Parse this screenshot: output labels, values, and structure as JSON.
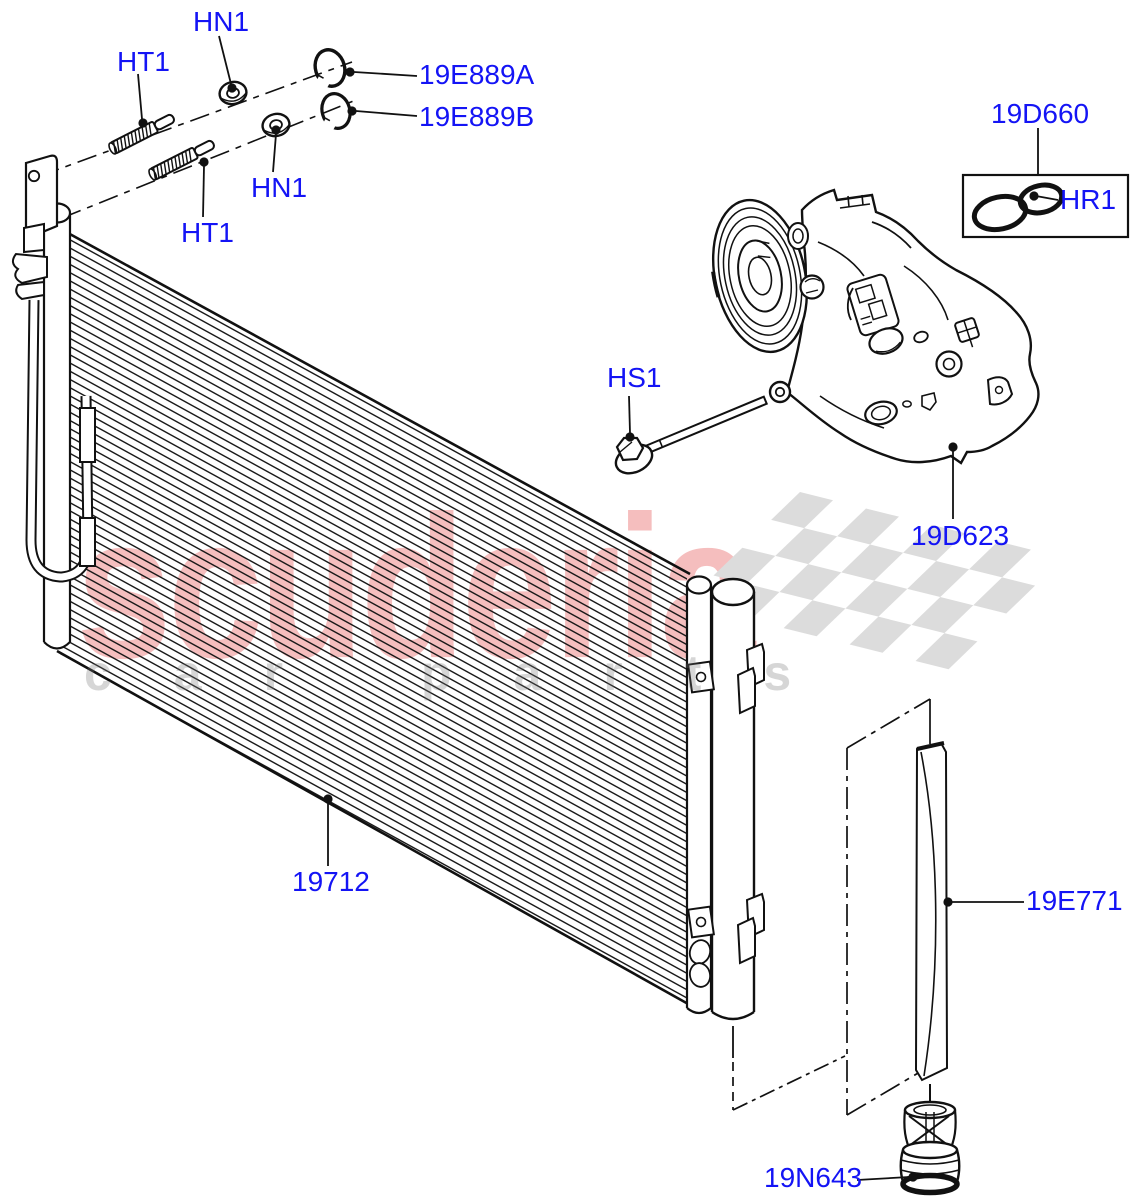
{
  "watermark": {
    "brand": "scuderia",
    "tagline": "car parts",
    "brand_color": "#e86e6e",
    "flag_color": "#dcdcdc"
  },
  "colors": {
    "callout_text": "#1414f5",
    "line_art": "#111111",
    "background": "#ffffff"
  },
  "callouts": {
    "nut_top": "HN1",
    "stud_top": "HT1",
    "seal_a": "19E889A",
    "seal_b": "19E889B",
    "nut_lower": "HN1",
    "stud_lower": "HT1",
    "oring_kit": "19D660",
    "oring": "HR1",
    "compressor_bolt": "HS1",
    "compressor": "19D623",
    "condenser": "19712",
    "receiver_drier_bag": "19E771",
    "valve": "19N643"
  }
}
